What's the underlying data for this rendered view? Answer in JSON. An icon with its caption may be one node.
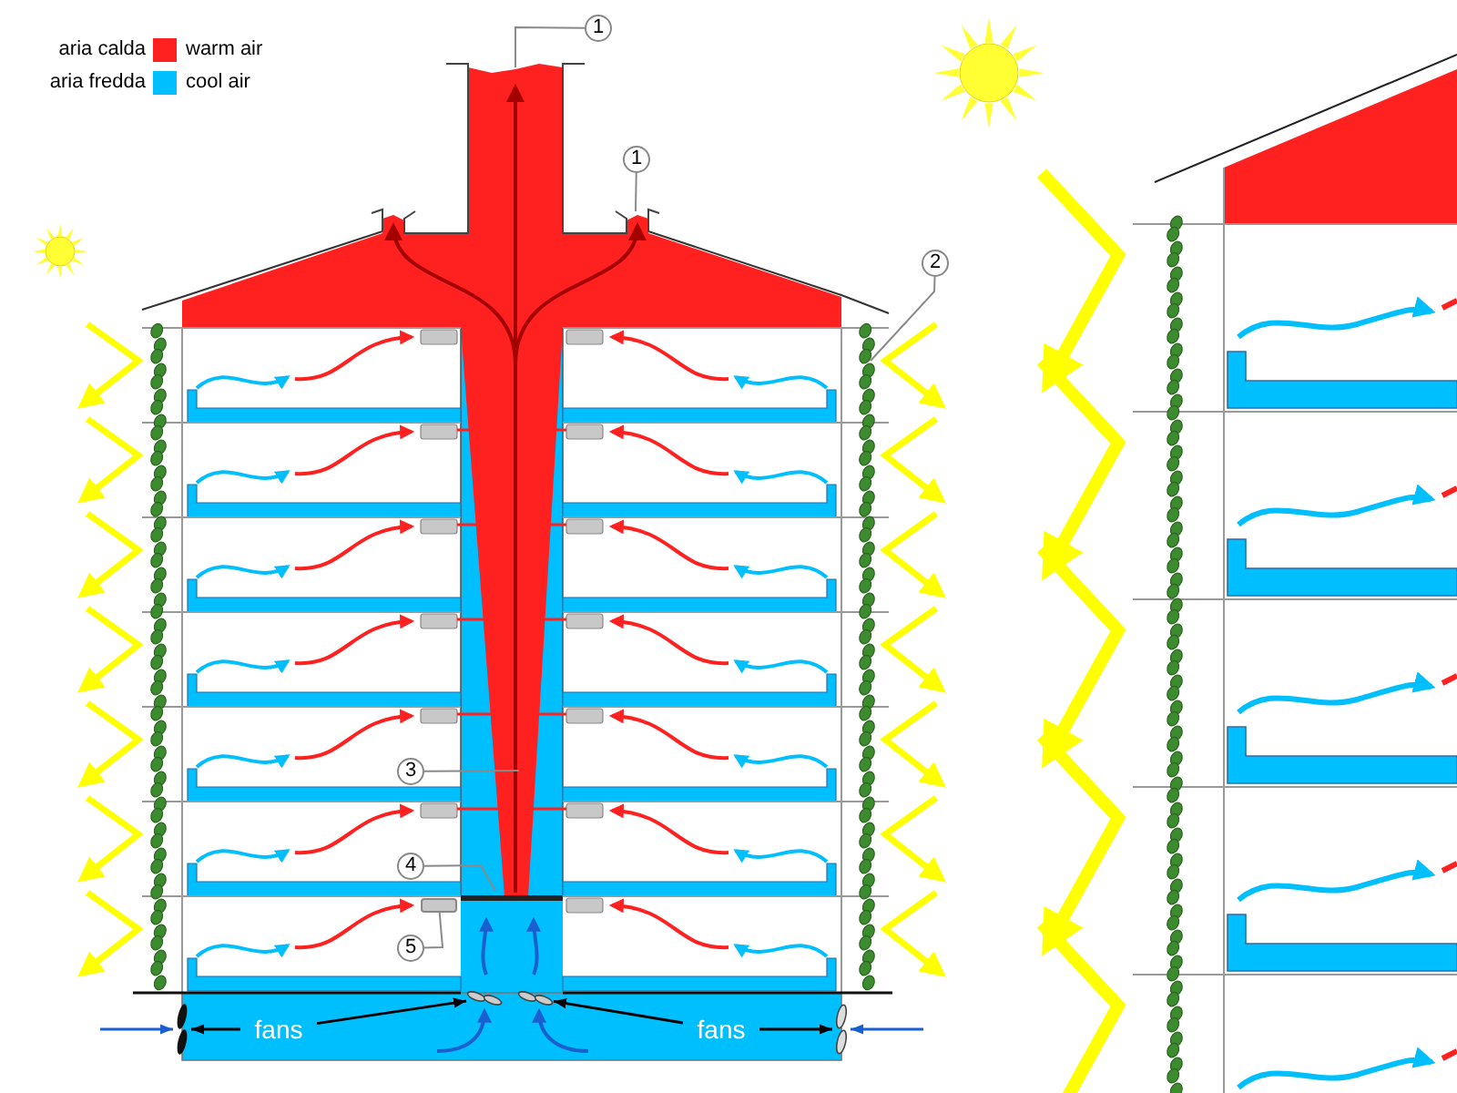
{
  "diagram": {
    "nodes": [
      {
        "text": [
          "1"
        ]
      },
      {
        "text": [
          "1"
        ]
      },
      {
        "text": [
          "2"
        ]
      },
      {
        "text": [
          "3"
        ]
      },
      {
        "text": [
          "4"
        ]
      },
      {
        "text": [
          "5"
        ]
      },
      {
        "text": [
          "fans"
        ]
      },
      {
        "text": [
          "fans"
        ]
      },
      {
        "text": [],
        "shape": "fan"
      },
      {
        "text": [],
        "shape": "fan"
      },
      {
        "text": [],
        "shape": "fan"
      },
      {
        "text": [],
        "shape": "fan"
      },
      {
        "text": [],
        "shape": "box"
      }
    ],
    "edges": [
      {
        "from": 0,
        "to": null,
        "arrow": "none"
      },
      {
        "from": 1,
        "to": null,
        "arrow": "none"
      },
      {
        "from": 2,
        "to": null,
        "arrow": "none"
      },
      {
        "from": 3,
        "to": null,
        "arrow": "none"
      },
      {
        "from": 4,
        "to": null,
        "arrow": "none"
      },
      {
        "from": 5,
        "to": 12,
        "arrow": "none"
      },
      {
        "from": 6,
        "to": 8,
        "arrow": "to",
        "color": "#000000"
      },
      {
        "from": 6,
        "to": 9,
        "arrow": "to",
        "color": "#000000"
      },
      {
        "from": 7,
        "to": 10,
        "arrow": "to",
        "color": "#000000"
      },
      {
        "from": 7,
        "to": 11,
        "arrow": "to",
        "color": "#000000"
      },
      {
        "from": null,
        "to": 8,
        "arrow": "to",
        "color": "#1a5fd0"
      },
      {
        "from": null,
        "to": 11,
        "arrow": "to",
        "color": "#1a5fd0"
      }
    ],
    "labels": [
      "aria calda",
      "aria fredda"
    ],
    "legend": [
      {
        "text": "warm air",
        "color": "#ff2020"
      },
      {
        "text": "cool air",
        "color": "#00bfff"
      }
    ]
  }
}
